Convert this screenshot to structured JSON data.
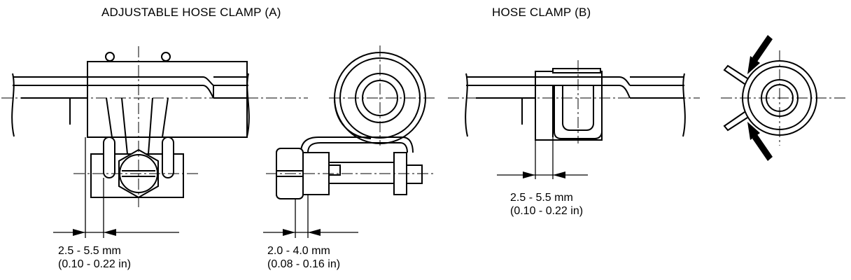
{
  "titles": {
    "clamp_a": "ADJUSTABLE HOSE CLAMP (A)",
    "clamp_b": "HOSE CLAMP (B)"
  },
  "dimensions": {
    "clamp_a_side": {
      "metric": "2.5 - 5.5 mm",
      "imperial": "(0.10 - 0.22 in)"
    },
    "clamp_a_end": {
      "metric": "2.0 - 4.0 mm",
      "imperial": "(0.08 - 0.16 in)"
    },
    "clamp_b_side": {
      "metric": "2.5 - 5.5 mm",
      "imperial": "(0.10 - 0.22 in)"
    }
  },
  "colors": {
    "line": "#000000",
    "background": "#ffffff"
  }
}
